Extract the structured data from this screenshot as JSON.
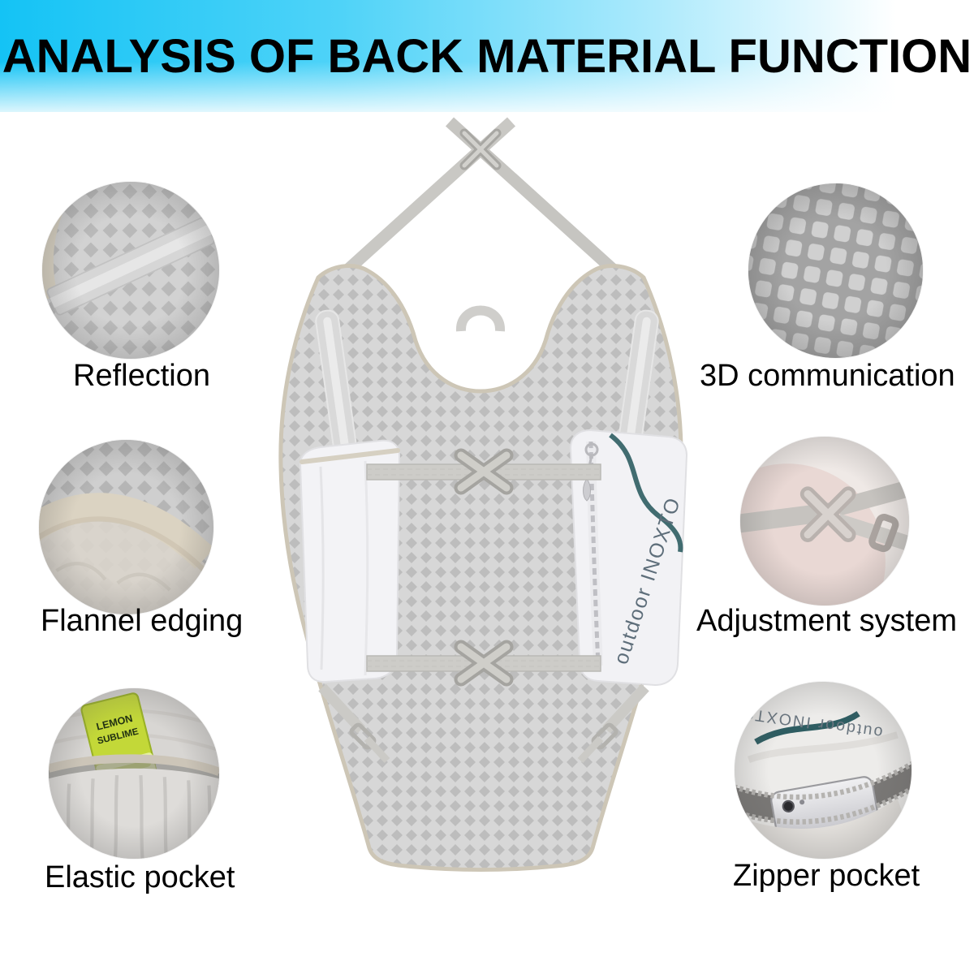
{
  "title": "ANALYSIS OF BACK MATERIAL FUNCTION",
  "features": {
    "reflection": {
      "label": "Reflection"
    },
    "mesh3d": {
      "label": "3D communication"
    },
    "flannel": {
      "label": "Flannel edging"
    },
    "adjustment": {
      "label": "Adjustment system"
    },
    "elastic": {
      "label": "Elastic pocket"
    },
    "zipper": {
      "label": "Zipper pocket"
    }
  },
  "product": {
    "brand_text": "outdoor INOXTO",
    "packet_line1": "LEMON",
    "packet_line2": "SUBLIME"
  },
  "colors": {
    "banner_cyan": "#14c3f5",
    "brand_teal": "#2e5d62",
    "packet_green": "#c3d838",
    "mesh_gray": "#c9c9c9"
  }
}
